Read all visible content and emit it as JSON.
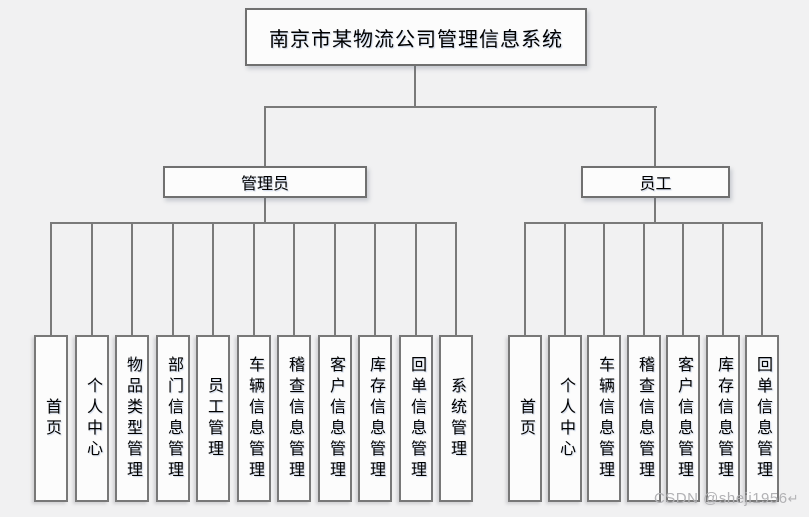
{
  "diagram": {
    "title": "南京市某物流公司管理信息系统",
    "roles": [
      {
        "label": "管理员",
        "children": [
          "首页",
          "个人中心",
          "物品类型管理",
          "部门信息管理",
          "员工管理",
          "车辆信息管理",
          "稽查信息管理",
          "客户信息管理",
          "库存信息管理",
          "回单信息管理",
          "系统管理"
        ]
      },
      {
        "label": "员工",
        "children": [
          "首页",
          "个人中心",
          "车辆信息管理",
          "稽查信息管理",
          "客户信息管理",
          "库存信息管理",
          "回单信息管理"
        ]
      }
    ]
  },
  "watermark": {
    "text": "CSDN @sheji1956",
    "arrow": "↵"
  },
  "colors": {
    "background": "#f1f1f2",
    "box_fill": "#fcfcfc",
    "box_border": "#707070",
    "connector_line": "#7a7a7a",
    "text": "#000000",
    "watermark_text": "#b2b2b5"
  }
}
